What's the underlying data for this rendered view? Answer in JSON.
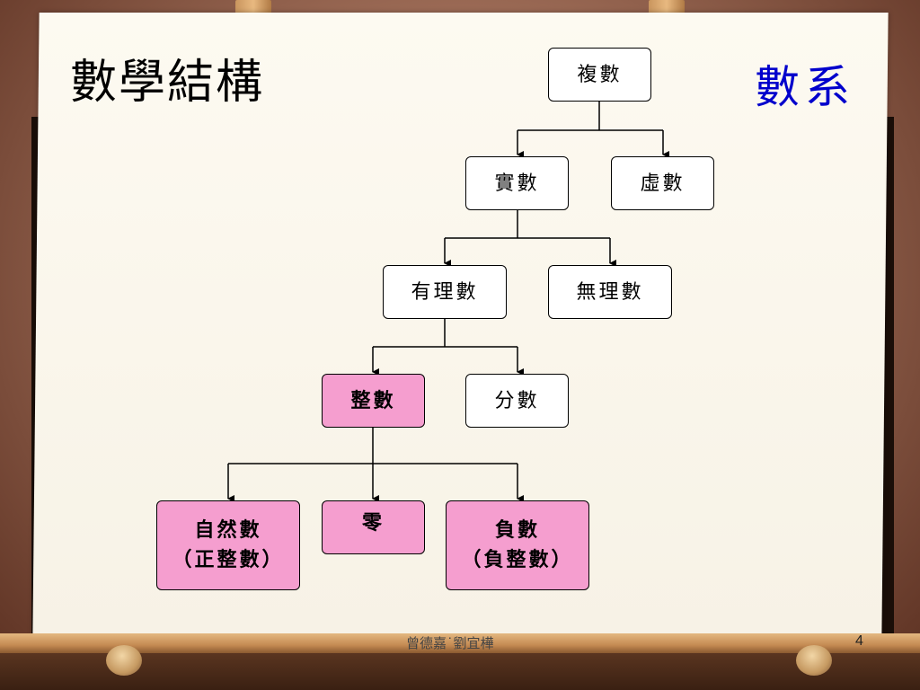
{
  "title": "數學結構",
  "subtitle": "數系",
  "tree": {
    "complex": "複數",
    "real": "實數",
    "imaginary": "虛數",
    "rational": "有理數",
    "irrational": "無理數",
    "integer": "整數",
    "fraction": "分數",
    "natural": "自然數\n（正整數）",
    "zero": "零",
    "negative": "負數\n（負整數）"
  },
  "colors": {
    "highlight": "#f59ecf",
    "subtitle": "#0000cc"
  },
  "footer": "曾德嘉˙劉宜樺",
  "page_number": "4"
}
